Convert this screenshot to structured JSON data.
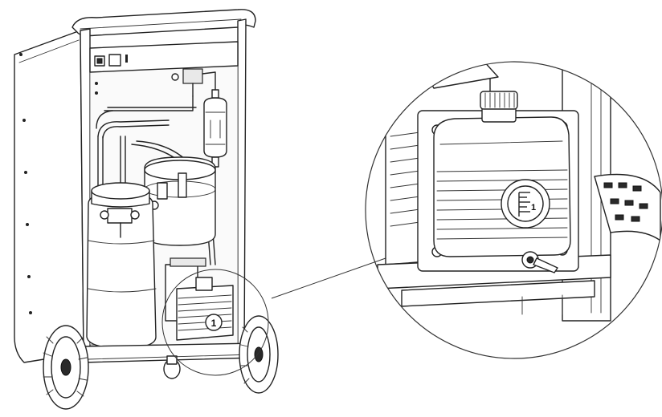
{
  "figure": {
    "callout_number": "1",
    "callout_number_detail": "1",
    "icons": [
      "refrigerant-recovery-machine",
      "vacuum-pump",
      "oil-sight-glass"
    ]
  }
}
